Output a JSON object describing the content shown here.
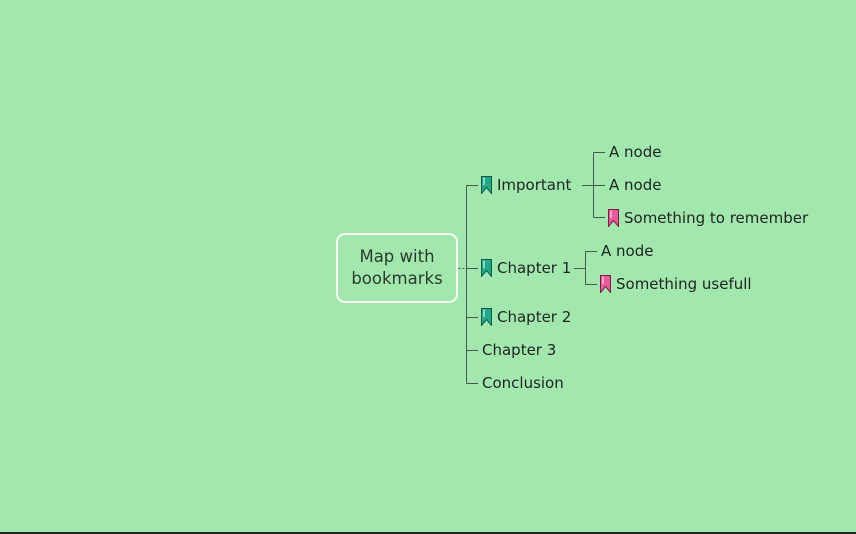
{
  "colors": {
    "background": "#a2e8ae",
    "line": "#4a5a4c",
    "root_border": "#f5fff5",
    "bookmark_green": "#20a888",
    "bookmark_pink": "#e85a98"
  },
  "root": {
    "line1": "Map with",
    "line2": "bookmarks"
  },
  "branches": {
    "important": {
      "label": "Important",
      "icon": "bookmark-green-icon",
      "children": [
        {
          "label": "A node"
        },
        {
          "label": "A node"
        },
        {
          "label": "Something to remember",
          "icon": "bookmark-pink-icon"
        }
      ]
    },
    "chapter1": {
      "label": "Chapter 1",
      "icon": "bookmark-green-icon",
      "children": [
        {
          "label": "A node"
        },
        {
          "label": "Something usefull",
          "icon": "bookmark-pink-icon"
        }
      ]
    },
    "chapter2": {
      "label": "Chapter 2",
      "icon": "bookmark-green-icon"
    },
    "chapter3": {
      "label": "Chapter 3"
    },
    "conclusion": {
      "label": "Conclusion"
    }
  }
}
